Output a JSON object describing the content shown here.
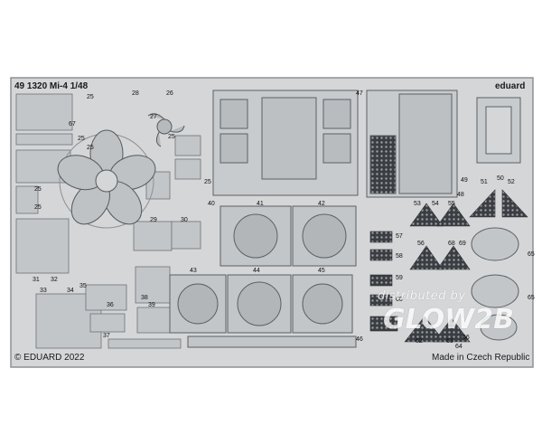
{
  "header": {
    "product_code": "49 1320 Mi-4 1/48",
    "brand": "eduard"
  },
  "footer": {
    "copyright": "© EDUARD 2022",
    "origin": "Made in Czech Republic"
  },
  "watermark": {
    "line1": "distributed by",
    "logo": "GLOW2B"
  },
  "part_numbers": {
    "p25a": "25",
    "p26": "26",
    "p27": "27",
    "p28": "28",
    "p25b": "25",
    "p67": "67",
    "p25c": "25",
    "p25d": "25",
    "p25e": "25",
    "p25f": "25",
    "p25g": "25",
    "p29": "29",
    "p30": "30",
    "p31": "31",
    "p32": "32",
    "p35": "35",
    "p36": "36",
    "p38": "38",
    "p39": "39",
    "p40": "40",
    "p41": "41",
    "p42": "42",
    "p43": "43",
    "p44": "44",
    "p45": "45",
    "p46": "46",
    "p47": "47",
    "p48": "48",
    "p49": "49",
    "p50": "50",
    "p51": "51",
    "p52": "52",
    "p53": "53",
    "p54": "54",
    "p55": "55",
    "p56": "56",
    "p57": "57",
    "p58": "58",
    "p59": "59",
    "p60": "60",
    "p62": "62",
    "p63": "63",
    "p64": "64",
    "p65a": "65",
    "p65b": "65",
    "p66": "66",
    "p68": "68",
    "p69": "69",
    "p33": "33",
    "p34": "34",
    "p37": "37"
  },
  "colors": {
    "fret": "#d4d6d8",
    "fret_edge": "#8d9094",
    "part": "#c3c6c9",
    "hole": "#eef0f1",
    "dark": "#2c2f33"
  }
}
